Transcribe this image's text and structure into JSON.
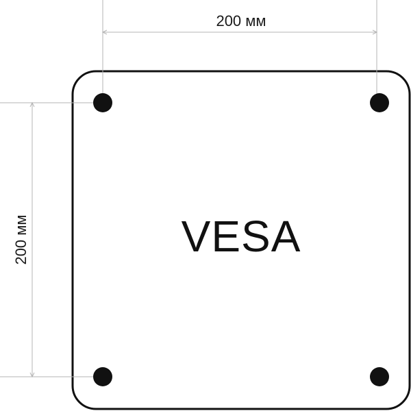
{
  "diagram": {
    "center_label": "VESA",
    "horizontal_dimension": "200 мм",
    "vertical_dimension": "200 мм",
    "colors": {
      "outline": "#111111",
      "holes": "#111111",
      "dimension_lines": "#b5b5b5",
      "text": "#1a1a1a",
      "background": "#ffffff"
    }
  }
}
